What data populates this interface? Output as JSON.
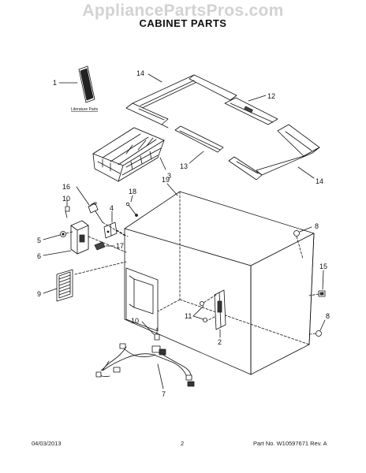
{
  "watermark": "AppliancePartsPros.com",
  "title": "CABINET PARTS",
  "literature_label": "Literature Parts",
  "callouts": {
    "c1": "1",
    "c14a": "14",
    "c12": "12",
    "c13": "13",
    "c3": "3",
    "c14b": "14",
    "c16": "16",
    "c18": "18",
    "c19": "19",
    "c10a": "10",
    "c4": "4",
    "c5": "5",
    "c6": "6",
    "c17": "17",
    "c9": "9",
    "c8a": "8",
    "c15": "15",
    "c11": "11",
    "c2": "2",
    "c8b": "8",
    "c10b": "10",
    "c7": "7"
  },
  "footer": {
    "date": "04/03/2013",
    "page": "2",
    "part_number": "Part No. W10597671  Rev. A"
  }
}
